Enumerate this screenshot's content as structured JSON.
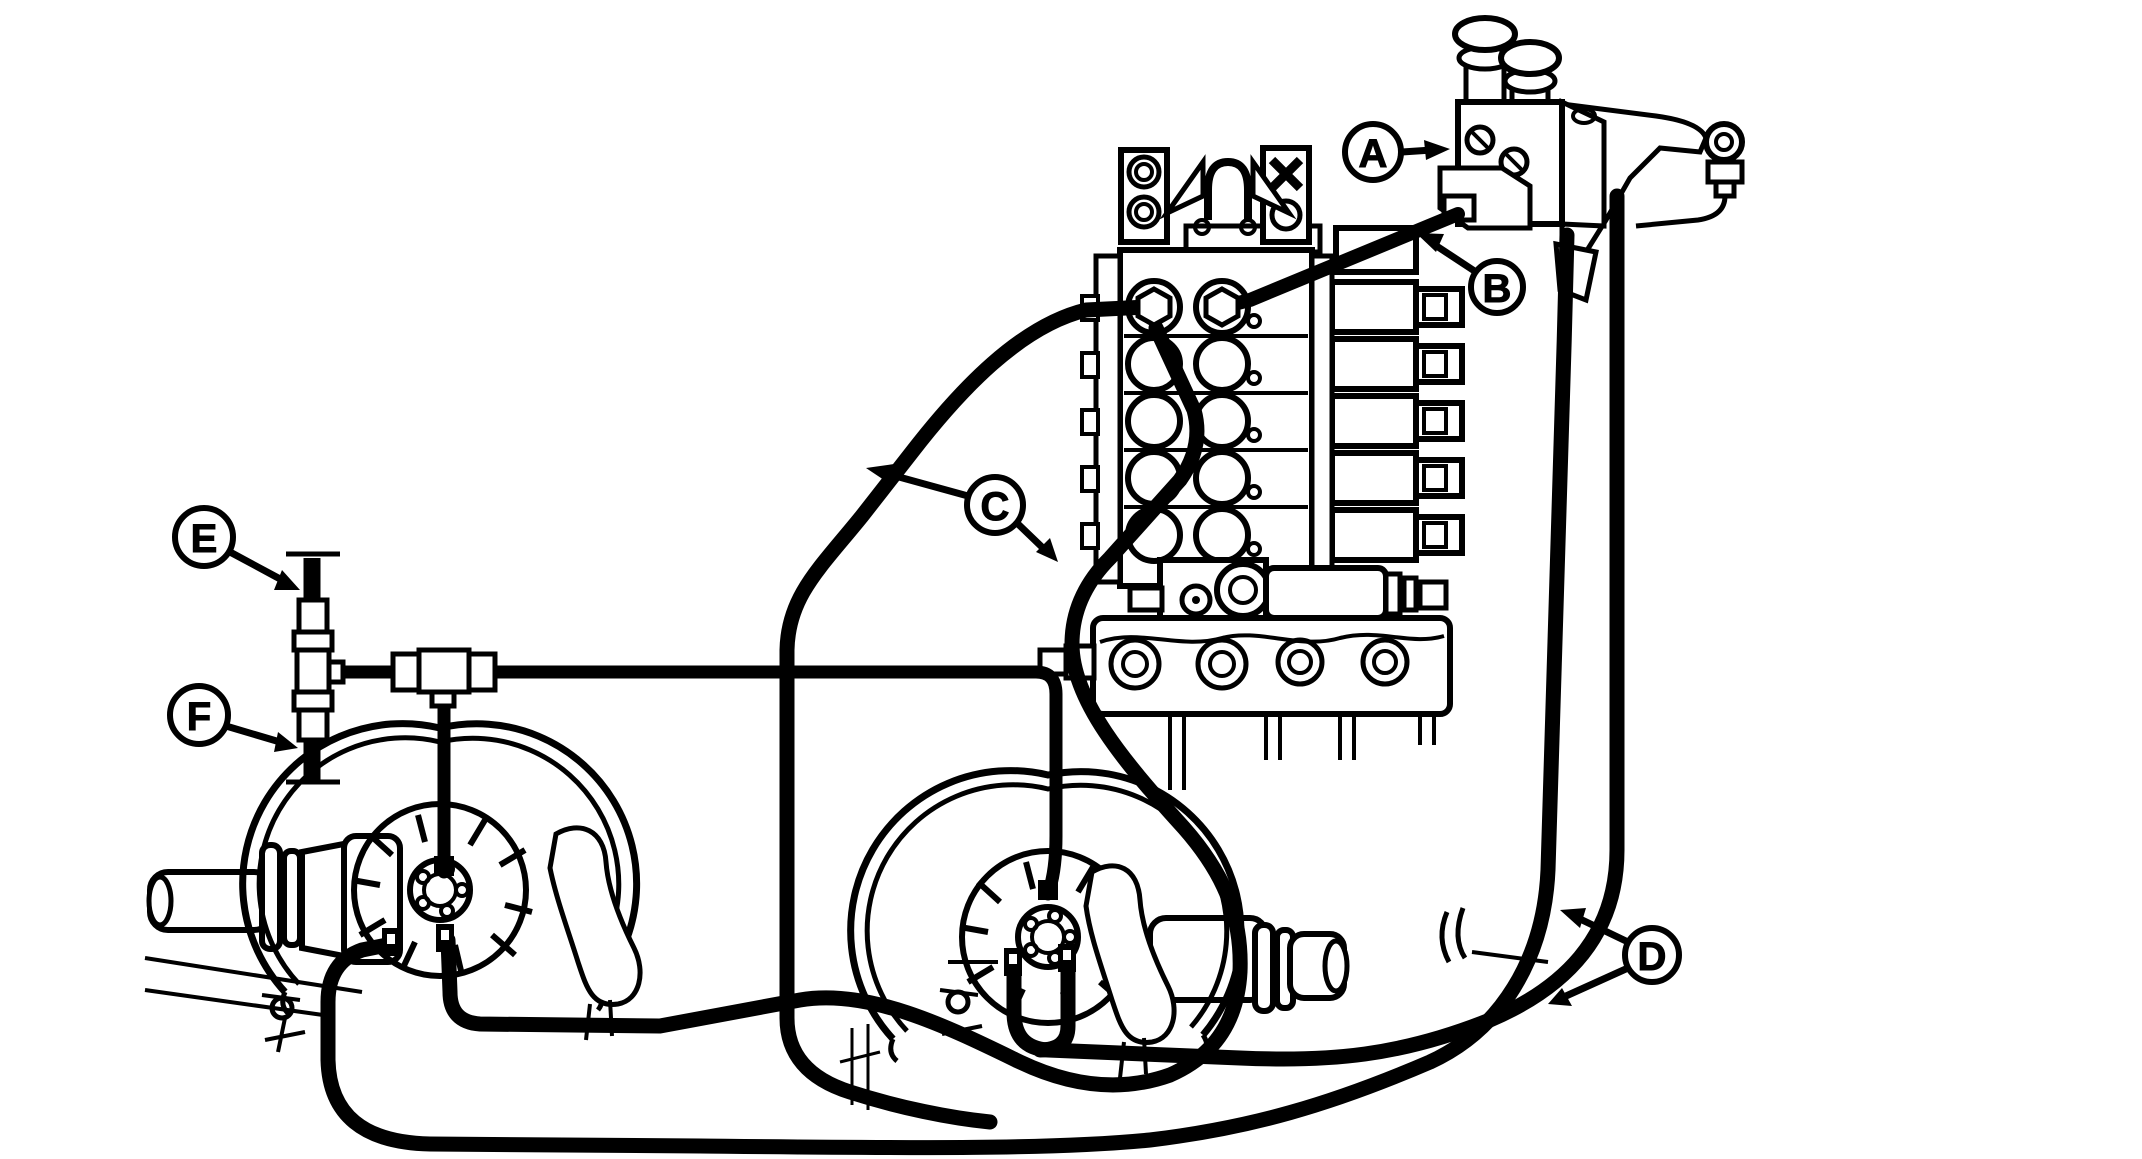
{
  "figure": {
    "type": "technical-line-diagram",
    "background_color": "#ffffff",
    "line_color": "#000000"
  },
  "callouts": [
    {
      "letter": "A"
    },
    {
      "letter": "B"
    },
    {
      "letter": "C"
    },
    {
      "letter": "D"
    },
    {
      "letter": "E"
    },
    {
      "letter": "F"
    }
  ]
}
